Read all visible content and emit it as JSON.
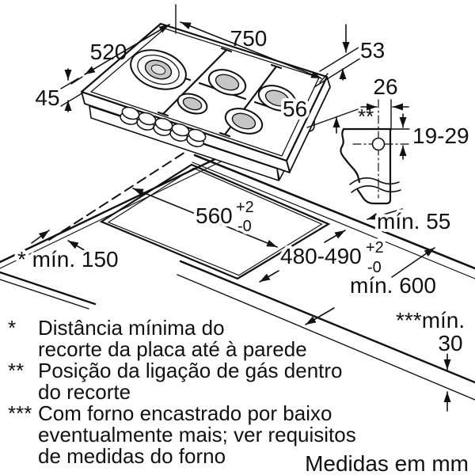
{
  "dimensions": {
    "hob_width": "750",
    "hob_depth": "520",
    "hob_body_height": "45",
    "edge_height": "53",
    "total_height": "56",
    "gas_offset": "26",
    "gas_marker": "**",
    "gas_vertical_range": "19-29",
    "cutout_width": "560",
    "cutout_width_tol_plus": "+2",
    "cutout_width_tol_minus": "-0",
    "cutout_depth": "480-490",
    "cutout_depth_tol_plus": "+2",
    "cutout_depth_tol_minus": "-0",
    "min_back_clearance": "mín. 55",
    "min_wall_clearance": "* mín. 150",
    "min_worktop_depth": "mín. 600",
    "min_thickness_label": "***mín.",
    "min_thickness_value": "30"
  },
  "footnotes": [
    {
      "marker": "*",
      "text": "Distância mínima do"
    },
    {
      "marker": "",
      "text": "recorte da placa até à parede"
    },
    {
      "marker": "**",
      "text": "Posição da ligação de gás dentro"
    },
    {
      "marker": "",
      "text": "do recorte"
    },
    {
      "marker": "***",
      "text": "Com forno encastrado por baixo"
    },
    {
      "marker": "",
      "text": "eventualmente mais; ver requisitos"
    },
    {
      "marker": "",
      "text": "de medidas do forno"
    }
  ],
  "units_note": "Medidas em mm"
}
